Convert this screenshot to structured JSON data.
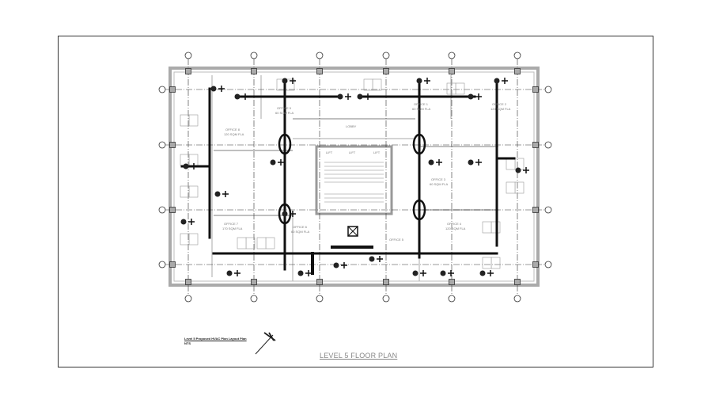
{
  "drawing": {
    "title": "LEVEL 5 FLOOR PLAN",
    "caption": "Level 5 Proposed HVAC Plan Layout Plan",
    "scale": "NTS",
    "rooms": [
      {
        "name": "OFFICE 8",
        "area": "120 SQM FLA"
      },
      {
        "name": "OFFICE 9",
        "area": "60 SQM FLA"
      },
      {
        "name": "OFFICE 1",
        "area": "60 SQM FLA"
      },
      {
        "name": "OFFICE 2",
        "area": "120 SQM FLA"
      },
      {
        "name": "OFFICE 3",
        "area": "60 SQM FLA"
      },
      {
        "name": "OFFICE 4",
        "area": "120 SQM FLA"
      },
      {
        "name": "OFFICE 5",
        "area": ""
      },
      {
        "name": "OFFICE 6",
        "area": "60 SQM FLA"
      },
      {
        "name": "OFFICE 7",
        "area": "170 SQM FLA"
      },
      {
        "name": "LOBBY",
        "area": ""
      }
    ],
    "lifts": [
      "LIFT",
      "LIFT",
      "LIFT"
    ]
  },
  "colors": {
    "line": "#222222",
    "wall": "#999999",
    "duct": "#111111"
  }
}
